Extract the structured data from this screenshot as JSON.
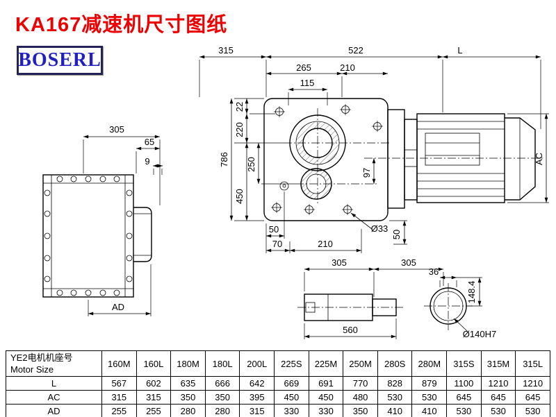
{
  "page": {
    "title": "KA167减速机尺寸图纸",
    "logo": "BOSERL"
  },
  "drawing": {
    "dims": {
      "top_315": "315",
      "top_522": "522",
      "top_L": "L",
      "d265": "265",
      "d210_top": "210",
      "d115": "115",
      "d22": "22",
      "d220": "220",
      "d250": "250",
      "d450": "450",
      "d786": "786",
      "d97": "97",
      "d50_bottom": "50",
      "d70": "70",
      "d210_bottom": "210",
      "d33": "Ø33",
      "d50_right": "50",
      "d305_side": "305",
      "d65": "65",
      "d9": "9",
      "dAD": "AD",
      "dAC": "AC",
      "d305_shaft_left": "305",
      "d305_shaft_right": "305",
      "d560": "560",
      "d36": "36",
      "d148": "148.4",
      "d140": "Ø140H7"
    }
  },
  "table": {
    "header_cn": "YE2电机机座号",
    "header_en": "Motor Size",
    "columns": [
      "160M",
      "160L",
      "180M",
      "180L",
      "200L",
      "225S",
      "225M",
      "250M",
      "280S",
      "280M",
      "315S",
      "315M",
      "315L"
    ],
    "rows": [
      {
        "label": "L",
        "values": [
          "567",
          "602",
          "635",
          "666",
          "642",
          "669",
          "691",
          "770",
          "828",
          "879",
          "1100",
          "1210",
          "1210"
        ]
      },
      {
        "label": "AC",
        "values": [
          "315",
          "315",
          "350",
          "350",
          "395",
          "450",
          "450",
          "480",
          "530",
          "530",
          "645",
          "645",
          "645"
        ]
      },
      {
        "label": "AD",
        "values": [
          "255",
          "255",
          "280",
          "280",
          "315",
          "330",
          "330",
          "350",
          "410",
          "410",
          "530",
          "530",
          "530"
        ]
      }
    ]
  }
}
